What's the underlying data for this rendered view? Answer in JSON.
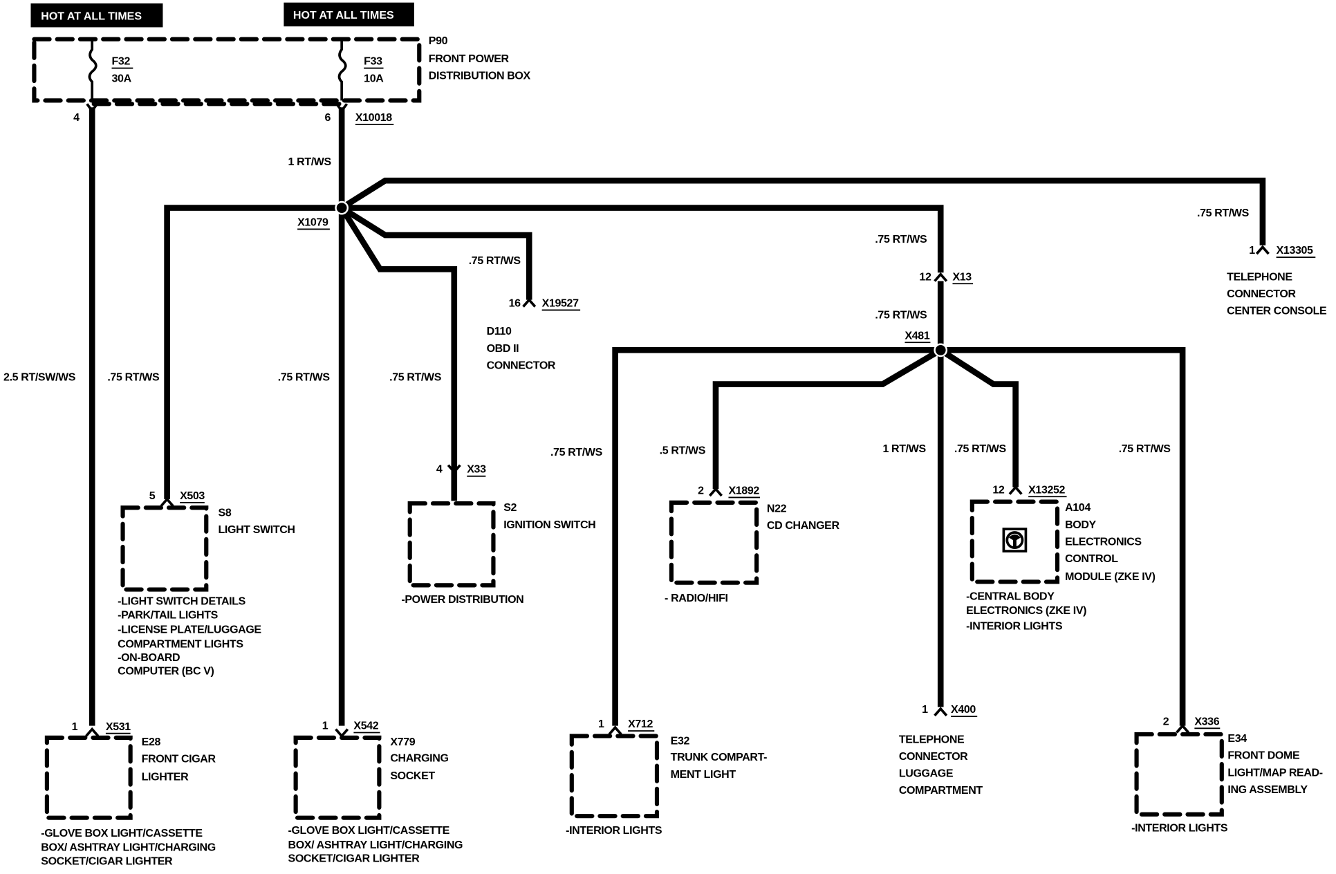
{
  "banners": [
    "HOT AT ALL TIMES",
    "HOT AT ALL TIMES"
  ],
  "distribution_box": {
    "id": "P90",
    "name_lines": [
      "FRONT POWER",
      "DISTRIBUTION BOX"
    ],
    "fuses": [
      {
        "id": "F32",
        "rating": "30A",
        "pin": "4"
      },
      {
        "id": "F33",
        "rating": "10A",
        "pin": "6",
        "connector": "X10018"
      }
    ]
  },
  "wires": {
    "main_feed": "1 RT/WS",
    "lighter_feed": "2.5 RT/SW/WS",
    "light_switch": ".75 RT/WS",
    "charging_socket": ".75 RT/WS",
    "ignition": ".75 RT/WS",
    "obd": ".75 RT/WS",
    "x13_upper": ".75 RT/WS",
    "x13_lower": ".75 RT/WS",
    "telephone_console": ".75 RT/WS",
    "trunk": ".75 RT/WS",
    "cd_changer": ".5 RT/WS",
    "telephone_luggage": "1 RT/WS",
    "zke": ".75 RT/WS",
    "dome": ".75 RT/WS"
  },
  "splices": {
    "x1079": "X1079",
    "x481": "X481"
  },
  "connectors": {
    "x13": {
      "pin": "12",
      "id": "X13"
    },
    "x19527": {
      "pin": "16",
      "id": "X19527"
    },
    "x13305": {
      "pin": "1",
      "id": "X13305"
    },
    "x503": {
      "pin": "5",
      "id": "X503"
    },
    "x33": {
      "pin": "4",
      "id": "X33"
    },
    "x1892": {
      "pin": "2",
      "id": "X1892"
    },
    "x13252": {
      "pin": "12",
      "id": "X13252"
    },
    "x531": {
      "pin": "1",
      "id": "X531"
    },
    "x542": {
      "pin": "1",
      "id": "X542"
    },
    "x712": {
      "pin": "1",
      "id": "X712"
    },
    "x400": {
      "pin": "1",
      "id": "X400"
    },
    "x336": {
      "pin": "2",
      "id": "X336"
    }
  },
  "components": {
    "d110": {
      "lines": [
        "D110",
        "OBD II",
        "CONNECTOR"
      ]
    },
    "tel_console": {
      "lines": [
        "TELEPHONE",
        "CONNECTOR",
        "CENTER CONSOLE"
      ]
    },
    "s8": {
      "lines": [
        "S8",
        "LIGHT SWITCH"
      ],
      "notes": [
        "-LIGHT SWITCH DETAILS",
        "-PARK/TAIL LIGHTS",
        "-LICENSE PLATE/LUGGAGE",
        " COMPARTMENT LIGHTS",
        "-ON-BOARD",
        " COMPUTER (BC V)"
      ]
    },
    "s2": {
      "lines": [
        "S2",
        "IGNITION SWITCH"
      ],
      "notes": [
        "-POWER DISTRIBUTION"
      ]
    },
    "n22": {
      "lines": [
        "N22",
        "CD CHANGER"
      ],
      "notes": [
        "- RADIO/HIFI"
      ]
    },
    "a104": {
      "lines": [
        "A104",
        "BODY",
        "ELECTRONICS",
        "CONTROL",
        "MODULE (ZKE IV)"
      ],
      "notes": [
        "-CENTRAL BODY",
        " ELECTRONICS (ZKE IV)",
        "-INTERIOR LIGHTS"
      ],
      "icon": "esd-sensitive-icon"
    },
    "e28": {
      "lines": [
        "E28",
        "FRONT CIGAR",
        "LIGHTER"
      ],
      "notes": [
        "-GLOVE BOX LIGHT/CASSETTE",
        "BOX/ ASHTRAY LIGHT/CHARGING",
        "SOCKET/CIGAR LIGHTER"
      ]
    },
    "x779": {
      "lines": [
        "X779",
        "CHARGING",
        "SOCKET"
      ],
      "notes": [
        "-GLOVE BOX LIGHT/CASSETTE",
        "BOX/ ASHTRAY LIGHT/CHARGING",
        "SOCKET/CIGAR LIGHTER"
      ]
    },
    "e32": {
      "lines": [
        "E32",
        "TRUNK COMPART-",
        "MENT LIGHT"
      ],
      "notes": [
        "-INTERIOR LIGHTS"
      ]
    },
    "tel_luggage": {
      "lines": [
        "TELEPHONE",
        "CONNECTOR",
        "LUGGAGE",
        "COMPARTMENT"
      ]
    },
    "e34": {
      "lines": [
        "E34",
        "FRONT DOME",
        "LIGHT/MAP READ-",
        "ING ASSEMBLY"
      ],
      "notes": [
        "-INTERIOR LIGHTS"
      ]
    }
  }
}
